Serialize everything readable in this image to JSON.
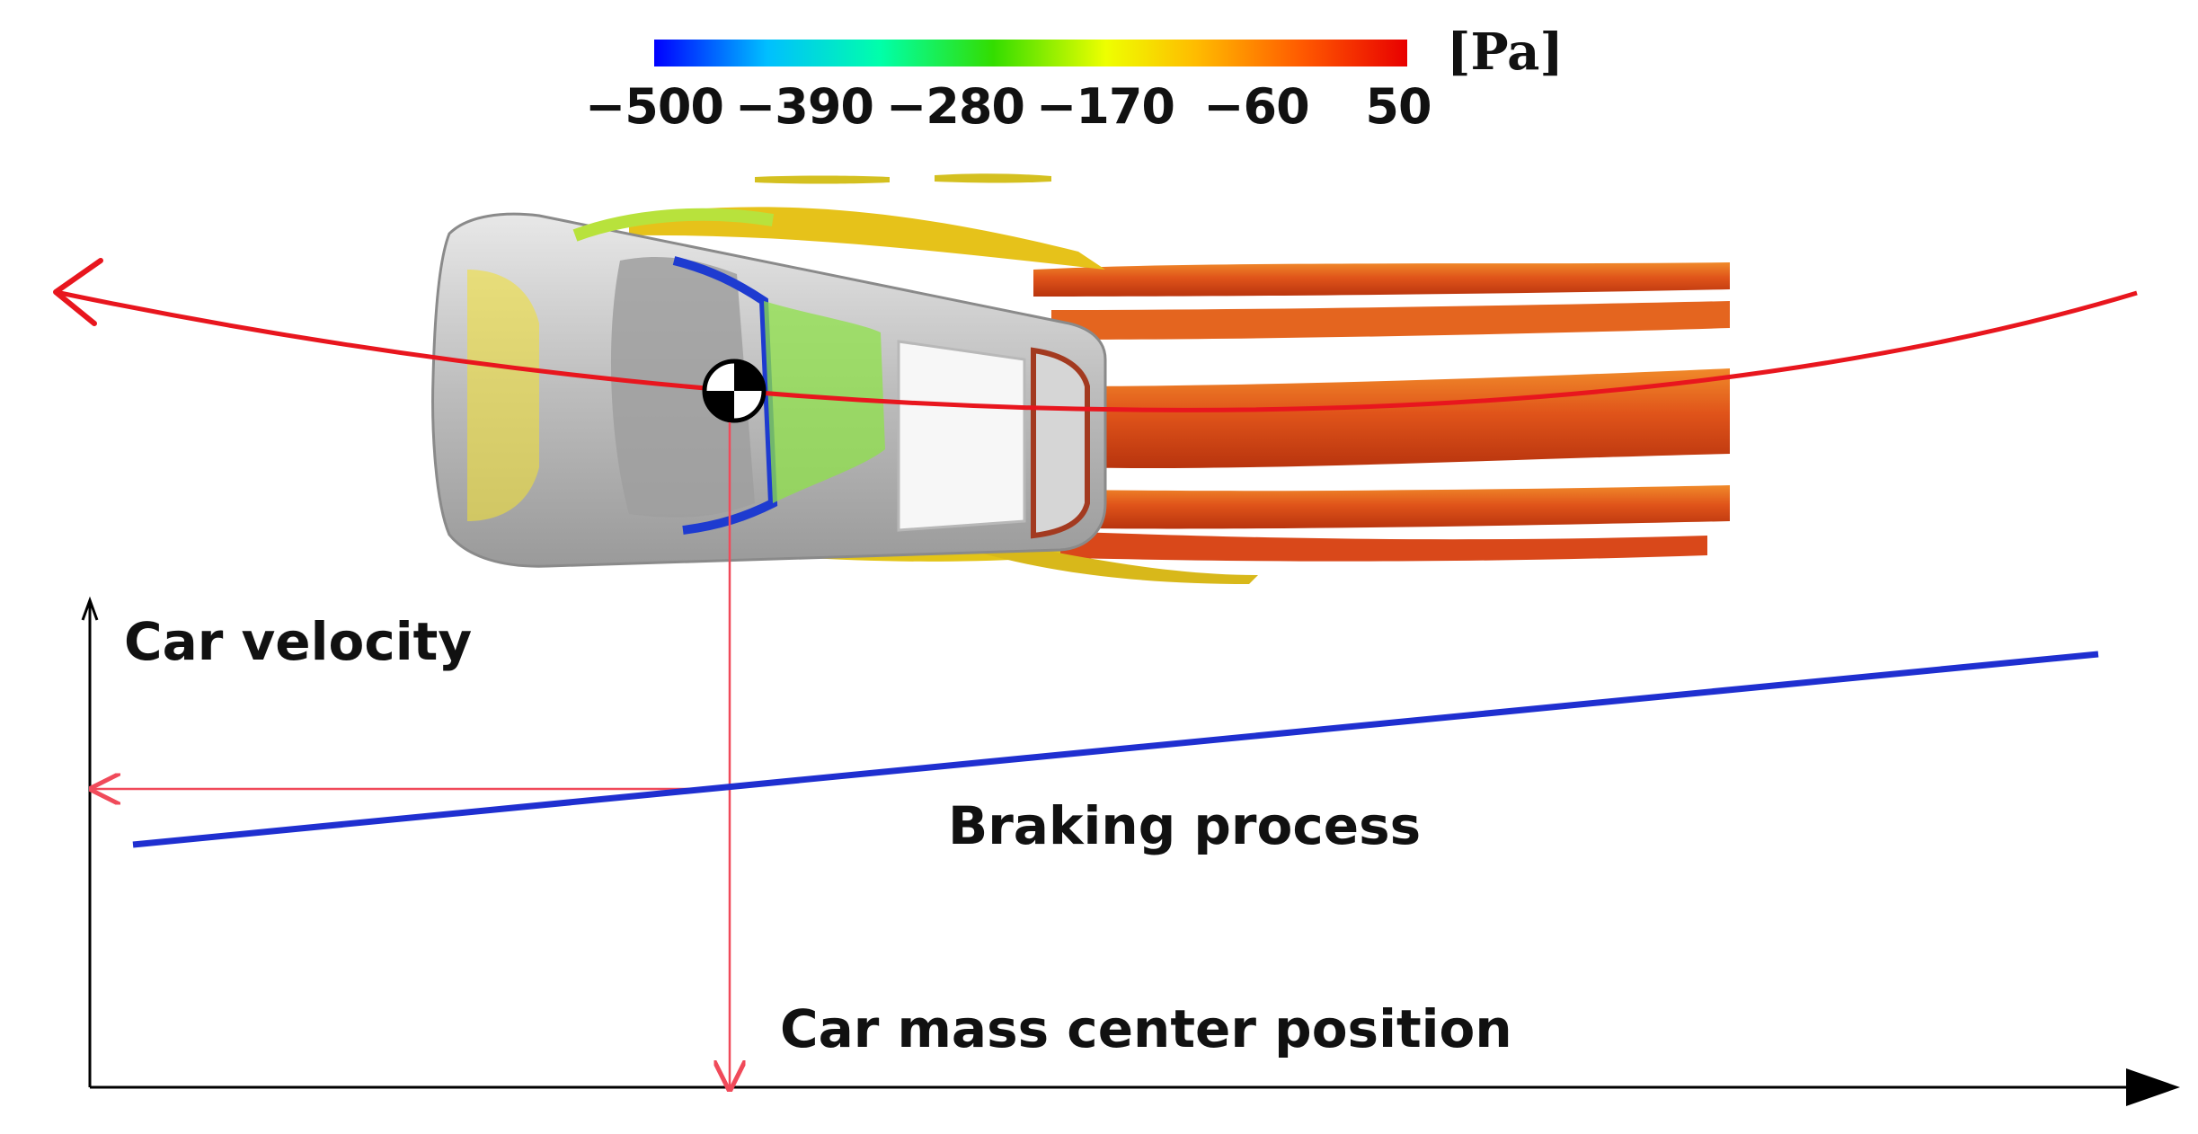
{
  "colorbar": {
    "unit": "[Pa]",
    "ticks": [
      "−500",
      "−390",
      "−280",
      "−170",
      "−60",
      "50"
    ],
    "range": [
      -500,
      50
    ],
    "gradient": [
      "#0000ff",
      "#00bfff",
      "#00ffaa",
      "#33dd00",
      "#eeff00",
      "#ffbb00",
      "#ff5a00",
      "#e80000"
    ]
  },
  "labels": {
    "y_axis": "Car velocity",
    "x_axis": "Car mass center position",
    "curve": "Braking process"
  },
  "colors": {
    "trajectory": "#e8161e",
    "velocity_line": "#1f2fd0",
    "guide_line": "#f04a5a",
    "axis": "#000000",
    "car_body": "#c8c8c8"
  },
  "icons": {
    "mass_center": "center-of-mass-symbol"
  }
}
